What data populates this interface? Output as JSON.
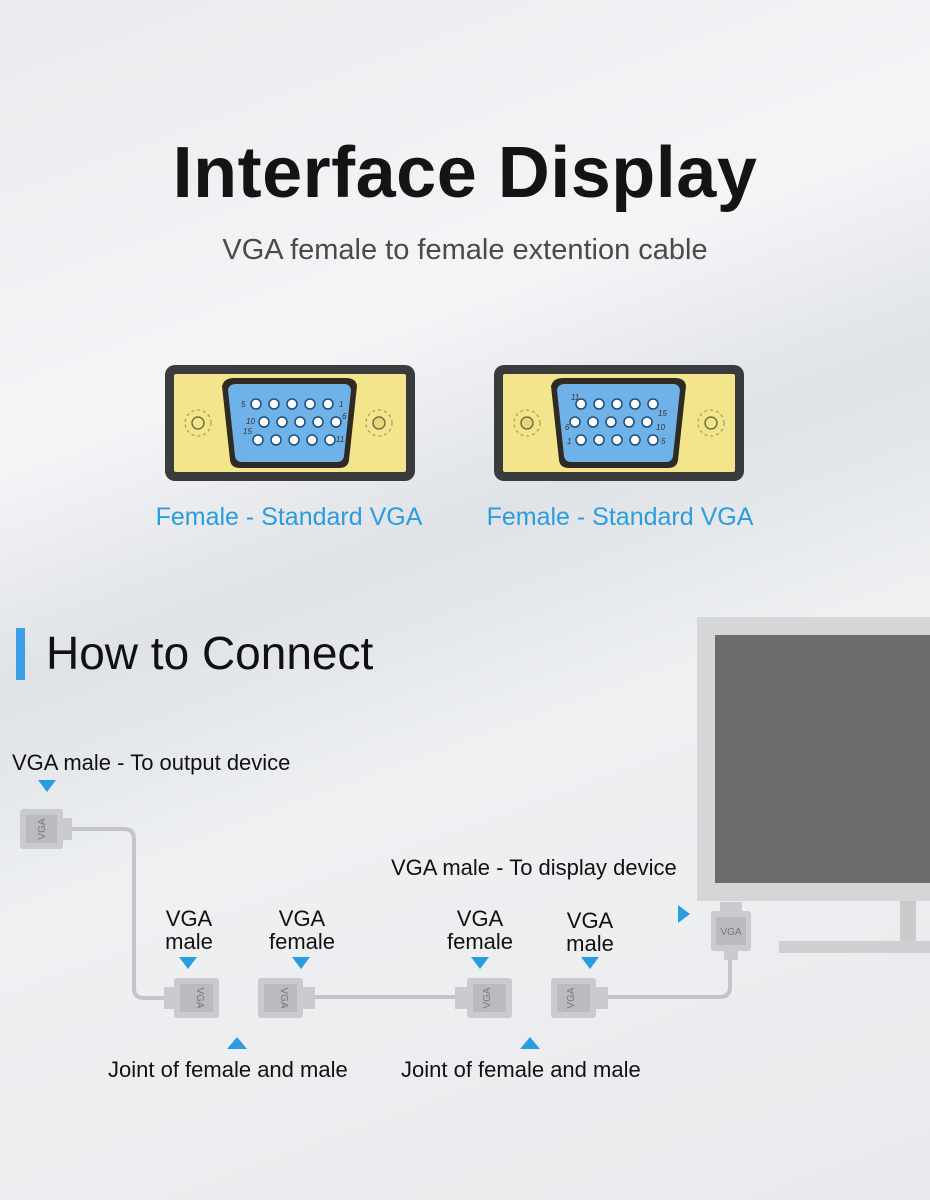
{
  "header": {
    "title": "Interface Display",
    "subtitle": "VGA female to female extention cable"
  },
  "ports": [
    {
      "caption": "Female - Standard VGA"
    },
    {
      "caption": "Female - Standard VGA"
    }
  ],
  "section": {
    "title": "How to Connect"
  },
  "diagram": {
    "output_label": "VGA male - To output device",
    "display_label": "VGA male - To display device",
    "labels": [
      {
        "line1": "VGA",
        "line2": "male"
      },
      {
        "line1": "VGA",
        "line2": "female"
      },
      {
        "line1": "VGA",
        "line2": "female"
      },
      {
        "line1": "VGA",
        "line2": "male"
      }
    ],
    "joint_label": "Joint of female and male",
    "connector_text": "VGA"
  },
  "colors": {
    "accent": "#2a9de0",
    "port_gold": "#f2e58c",
    "port_blue": "#6fb2ea",
    "shell": "#3a3b3d"
  }
}
